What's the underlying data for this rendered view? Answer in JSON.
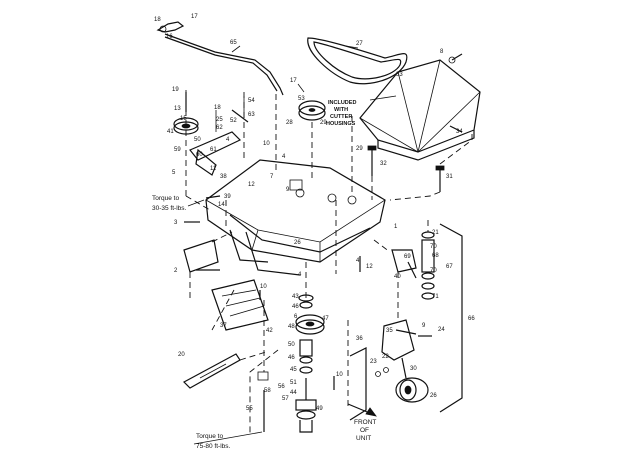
{
  "callouts": {
    "n1": "1",
    "n2": "2",
    "n3": "3",
    "n4": "4",
    "n5": "5",
    "n6": "6",
    "n7": "7",
    "n8": "8",
    "n9": "9",
    "n10": "10",
    "n11": "11",
    "n12": "12",
    "n13": "13",
    "n14": "14",
    "n15": "15",
    "n16": "16",
    "n17": "17",
    "n18": "18",
    "n19": "19",
    "n20": "20",
    "n21": "21",
    "n22": "22",
    "n23": "23",
    "n24": "24",
    "n25": "25",
    "n26": "26",
    "n27": "27",
    "n28": "28",
    "n29": "29",
    "n30": "30",
    "n31": "31",
    "n32": "32",
    "n33": "33",
    "n34": "34",
    "n35": "35",
    "n36": "36",
    "n37": "37",
    "n38": "38",
    "n39": "39",
    "n40": "40",
    "n41": "41",
    "n42": "42",
    "n43": "43",
    "n44": "44",
    "n45": "45",
    "n46": "46",
    "n47": "47",
    "n48": "48",
    "n49": "49",
    "n50": "50",
    "n51": "51",
    "n52": "52",
    "n53": "53",
    "n54": "54",
    "n55": "55",
    "n56": "56",
    "n57": "57",
    "n58": "58",
    "n59": "59",
    "n60": "60",
    "n61": "61",
    "n62": "62",
    "n63": "63",
    "n65": "65",
    "n66": "66",
    "n67": "67",
    "n68": "68",
    "n69": "69",
    "n70": "70",
    "n71": "71"
  },
  "notes": {
    "torque_upper_1": "Torque to",
    "torque_upper_2": "30-35 ft-lbs.",
    "torque_lower_1": "Torque to",
    "torque_lower_2": "75-80 ft-lbs.",
    "included_1": "INCLUDED",
    "included_2": "WITH",
    "included_3": "CUTTER",
    "included_4": "HOUSINGS",
    "front_1": "FRONT",
    "front_2": "OF",
    "front_3": "UNIT"
  }
}
